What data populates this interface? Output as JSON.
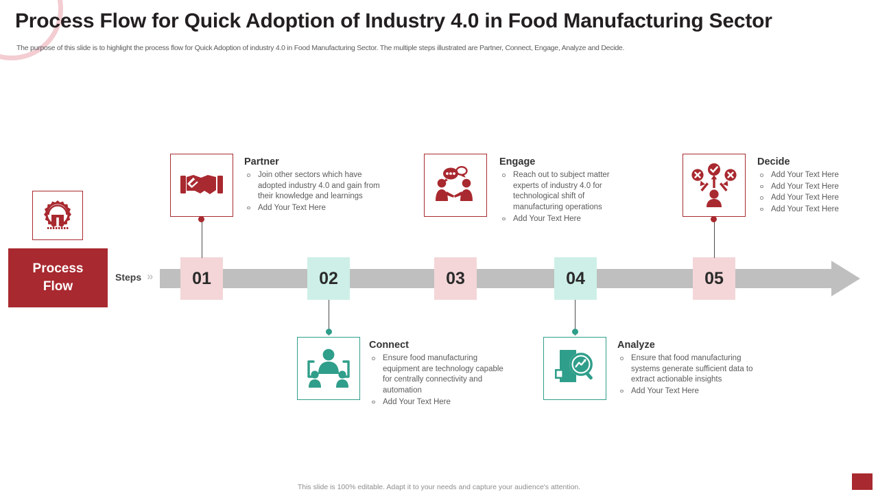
{
  "header": {
    "title": "Process Flow for Quick Adoption of Industry 4.0 in Food Manufacturing Sector",
    "subtitle": "The purpose of this slide is to highlight the process flow for Quick Adoption of industry 4.0 in Food Manufacturing Sector. The multiple steps illustrated are Partner, Connect, Engage, Analyze  and Decide."
  },
  "colors": {
    "red": "#a8292f",
    "teal": "#2f9e8a",
    "step_pink": "#f4d6d8",
    "step_teal": "#cdefe7",
    "bar_gray": "#bfbfbf",
    "title_dark": "#231f20"
  },
  "process_badge": {
    "line1": "Process",
    "line2": "Flow",
    "icon": "factory-gear-icon"
  },
  "timeline": {
    "steps_label": "Steps",
    "chevron": "»",
    "steps": [
      {
        "number": "01",
        "color": "pink",
        "label": "Partner"
      },
      {
        "number": "02",
        "color": "teal",
        "label": "Connect"
      },
      {
        "number": "03",
        "color": "pink",
        "label": "Engage"
      },
      {
        "number": "04",
        "color": "teal",
        "label": "Analyze"
      },
      {
        "number": "05",
        "color": "pink",
        "label": "Decide"
      }
    ]
  },
  "cards": [
    {
      "id": "partner",
      "title": "Partner",
      "icon": "handshake-icon",
      "accent": "red",
      "position": "above",
      "bullets": [
        "Join other sectors which have adopted industry 4.0 and gain from their knowledge and learnings",
        "Add Your Text Here"
      ]
    },
    {
      "id": "connect",
      "title": "Connect",
      "icon": "people-network-icon",
      "accent": "teal",
      "position": "below",
      "bullets": [
        "Ensure food manufacturing equipment are technology capable for centrally connectivity and automation",
        "Add Your Text Here"
      ]
    },
    {
      "id": "engage",
      "title": "Engage",
      "icon": "two-people-chat-icon",
      "accent": "red",
      "position": "above",
      "bullets": [
        "Reach out to subject matter experts of industry 4.0 for technological shift of manufacturing operations",
        "Add Your Text Here"
      ]
    },
    {
      "id": "analyze",
      "title": "Analyze",
      "icon": "document-magnifier-chart-icon",
      "accent": "teal",
      "position": "below",
      "bullets": [
        "Ensure that food manufacturing systems generate sufficient data to extract actionable insights",
        "Add Your Text Here"
      ]
    },
    {
      "id": "decide",
      "title": "Decide",
      "icon": "decision-arrows-icon",
      "accent": "red",
      "position": "above",
      "bullets": [
        "Add Your Text Here",
        "Add Your Text Here",
        "Add Your Text Here",
        "Add Your Text Here"
      ]
    }
  ],
  "footer": {
    "note": "This slide is 100% editable. Adapt it to your needs and capture your audience's attention."
  }
}
